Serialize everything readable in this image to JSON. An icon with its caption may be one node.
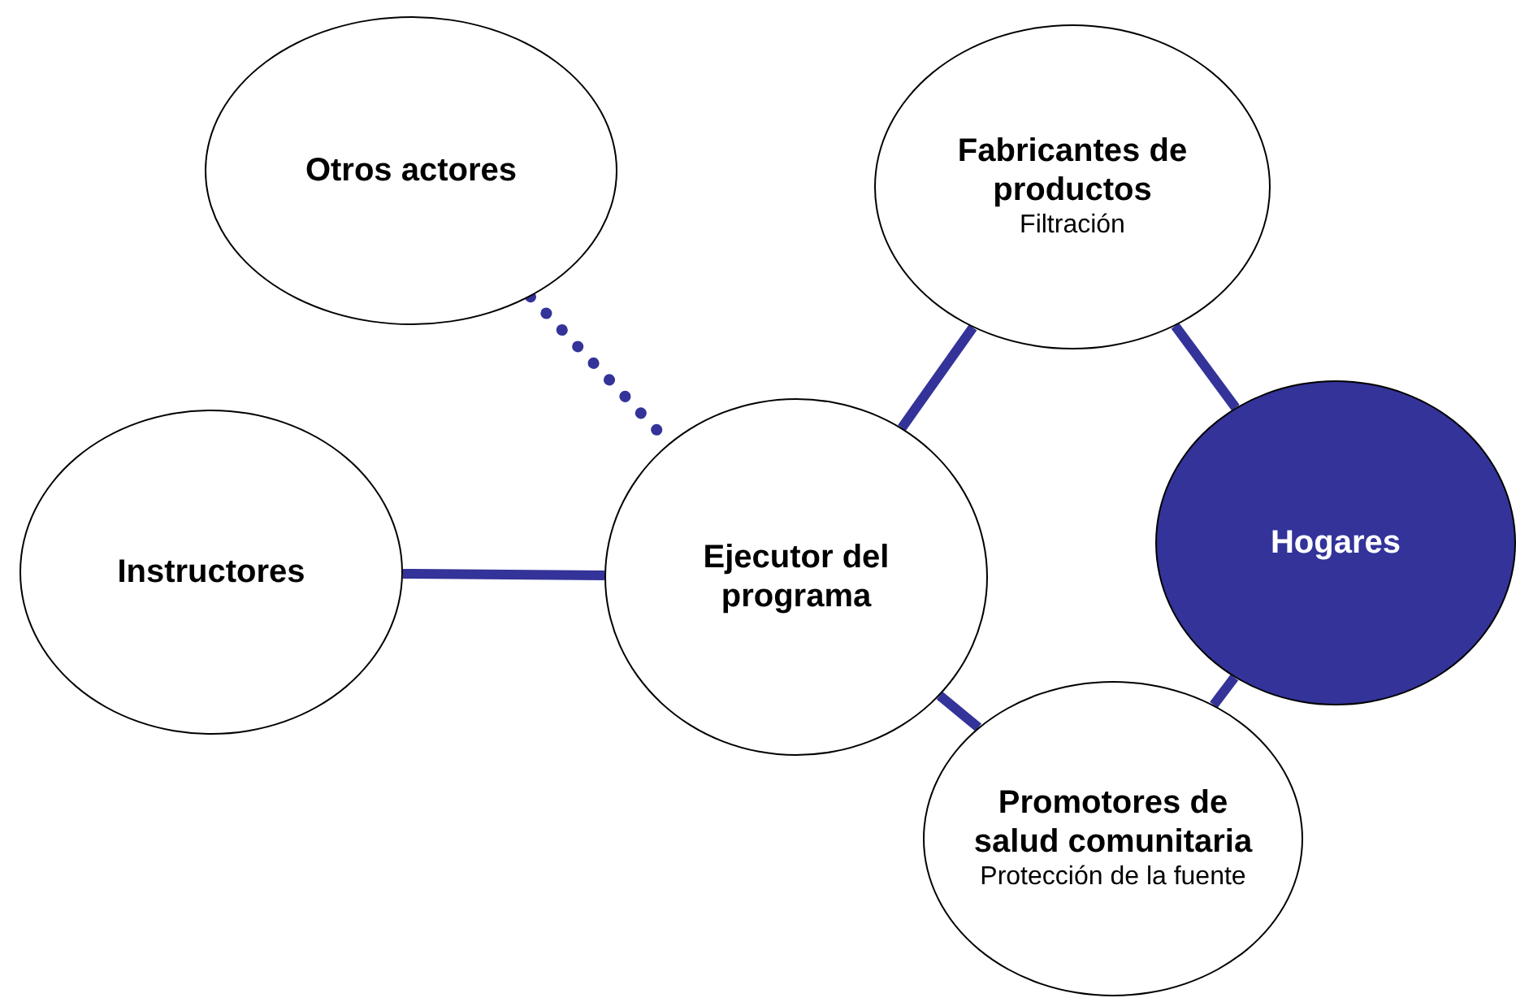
{
  "diagram": {
    "nodes": [
      {
        "text": [
          "Otros actores"
        ]
      },
      {
        "text": [
          "Fabricantes de productos",
          "Filtración"
        ]
      },
      {
        "text": [
          "Instructores"
        ]
      },
      {
        "text": [
          "Ejecutor del programa"
        ]
      },
      {
        "text": [
          "Hogares"
        ]
      },
      {
        "text": [
          "Promotores de salud comunitaria",
          "Protección de la fuente"
        ]
      }
    ],
    "edges": [
      {
        "from": 0,
        "to": 3,
        "arrow": "none",
        "style": "dashed"
      },
      {
        "from": 3,
        "to": 1,
        "arrow": "none"
      },
      {
        "from": 2,
        "to": 3,
        "arrow": "none"
      },
      {
        "from": 1,
        "to": 4,
        "arrow": "none"
      },
      {
        "from": 3,
        "to": 5,
        "arrow": "none"
      },
      {
        "from": 5,
        "to": 4,
        "arrow": "none"
      }
    ]
  }
}
